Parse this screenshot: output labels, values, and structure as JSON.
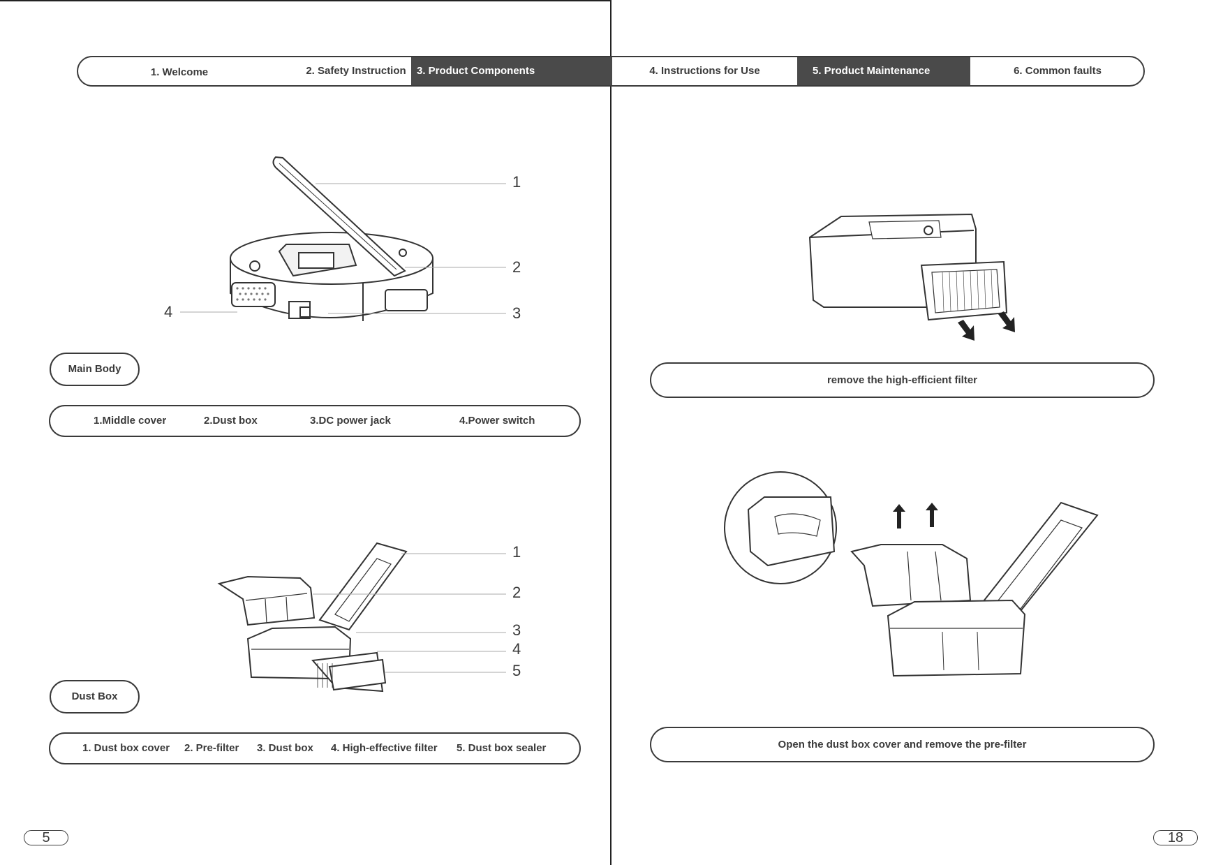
{
  "nav": {
    "items": [
      {
        "label": "1. Welcome"
      },
      {
        "label": "2. Safety Instruction"
      },
      {
        "label": "3. Product Components"
      },
      {
        "label": "4. Instructions for Use"
      },
      {
        "label": "5. Product Maintenance"
      },
      {
        "label": "6. Common faults"
      }
    ]
  },
  "left_page": {
    "main_body": {
      "title": "Main Body",
      "callouts": [
        "1",
        "2",
        "3",
        "4"
      ],
      "legend": [
        "1.Middle cover",
        "2.Dust box",
        "3.DC power jack",
        "4.Power switch"
      ]
    },
    "dust_box": {
      "title": "Dust Box",
      "callouts": [
        "1",
        "2",
        "3",
        "4",
        "5"
      ],
      "legend": [
        "1. Dust box cover",
        "2. Pre-filter",
        "3. Dust box",
        "4. High-effective filter",
        "5. Dust box sealer"
      ]
    },
    "page_number": "5"
  },
  "right_page": {
    "step1_caption": "remove the high-efficient filter",
    "step2_caption": "Open the dust box cover and remove the pre-filter",
    "page_number": "18"
  },
  "colors": {
    "dark": "#3a3a3a",
    "active_tab": "#4a4a4a",
    "background": "#ffffff"
  },
  "icons": [
    "arrow-down-right-icon",
    "arrow-up-icon"
  ]
}
